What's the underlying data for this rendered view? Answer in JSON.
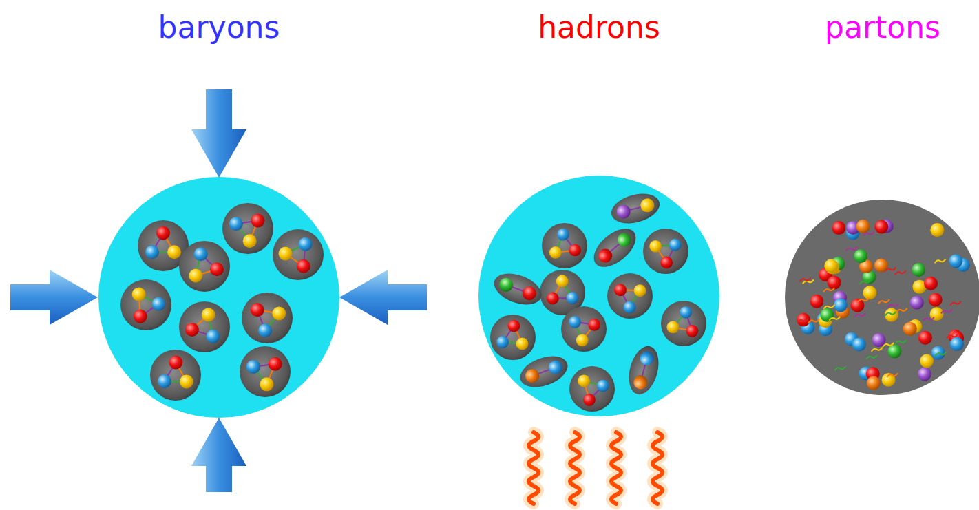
{
  "diagram": {
    "nodes": [
      {
        "text": [
          "baryons"
        ]
      },
      {
        "text": [
          "hadrons"
        ]
      },
      {
        "text": [
          "partons"
        ]
      }
    ]
  }
}
